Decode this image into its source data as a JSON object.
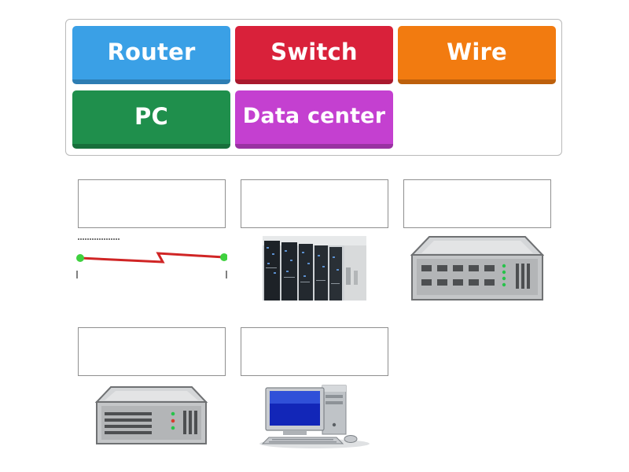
{
  "tiles": [
    {
      "label": "Router",
      "color": "#3aa0e6"
    },
    {
      "label": "Switch",
      "color": "#d9213a"
    },
    {
      "label": "Wire",
      "color": "#f27b10"
    },
    {
      "label": "PC",
      "color": "#1f8f4c"
    },
    {
      "label": "Data center",
      "color": "#c440d0"
    }
  ],
  "images": [
    {
      "icon": "wire-diagram-icon"
    },
    {
      "icon": "data-center-photo-icon"
    },
    {
      "icon": "switch-icon"
    },
    {
      "icon": "router-icon"
    },
    {
      "icon": "pc-icon"
    }
  ]
}
